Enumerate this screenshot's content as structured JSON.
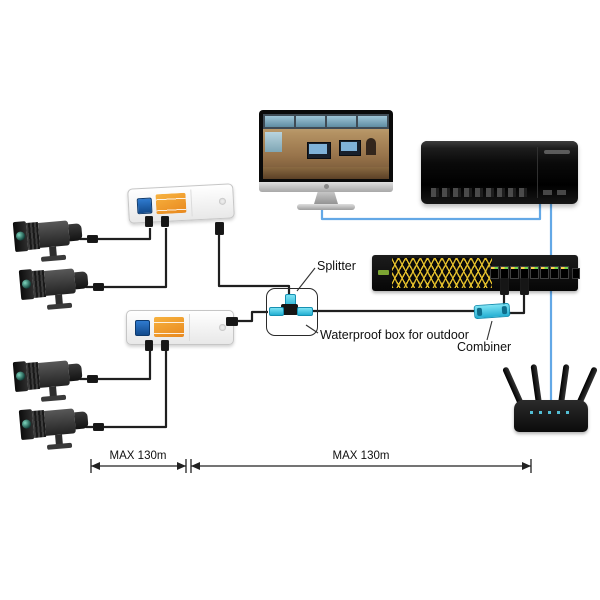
{
  "diagram": {
    "splitter_label": "Splitter",
    "waterproof_label": "Waterproof box for outdoor",
    "combiner_label": "Combiner",
    "dim_left": "MAX 130m",
    "dim_right": "MAX 130m"
  },
  "colors": {
    "cable_black": "#1f1f1f",
    "cable_blue": "#63a8e6",
    "connector_cyan": "#3cc7e6",
    "switch_mesh_yellow": "#e9c42d",
    "extender_label_orange": "#f2a032",
    "extender_port_blue": "#1b62b4"
  }
}
